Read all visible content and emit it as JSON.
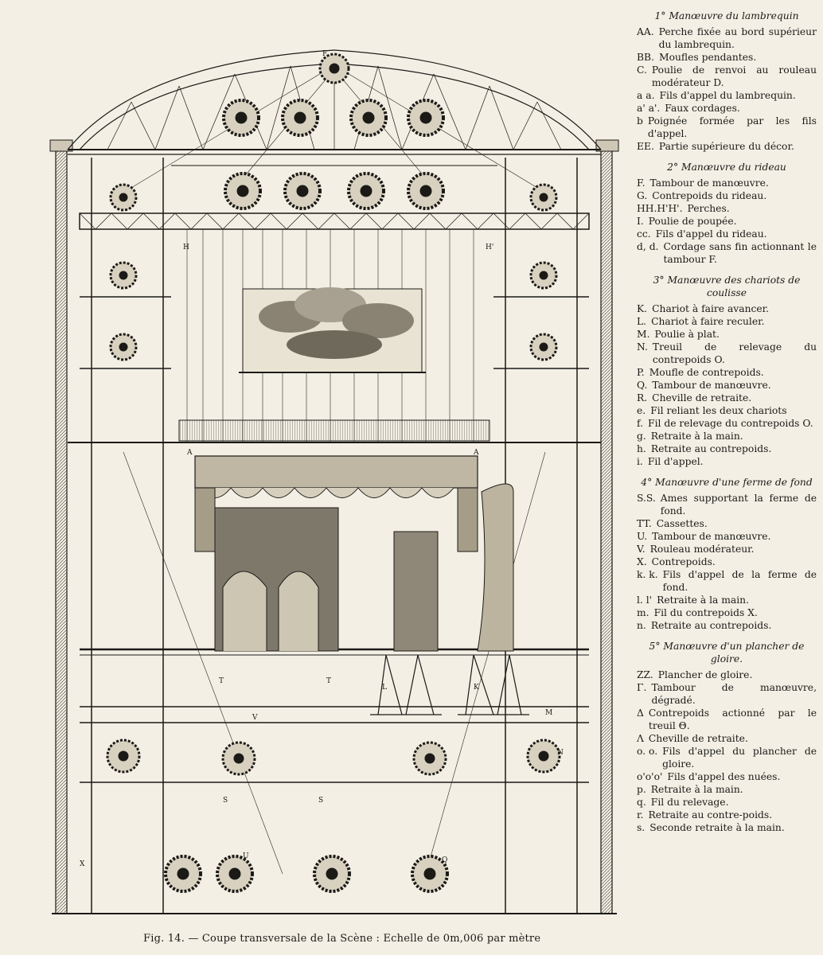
{
  "figure": {
    "caption": "Fig. 14. — Coupe transversale de la Scène : Echelle de 0m,006 par mètre",
    "labels": {
      "F": "F",
      "H_left": "H",
      "H_right": "H'",
      "A_left": "A",
      "A_right": "A",
      "S_left": "S",
      "S_right": "S",
      "T_left": "T",
      "T_right": "T",
      "L": "L",
      "K": "K",
      "M": "M",
      "N": "N",
      "U": "U",
      "Q": "Q",
      "X": "X",
      "V": "V"
    }
  },
  "legend": {
    "sections": [
      {
        "title": "1° Manœuvre du lambrequin",
        "items": [
          {
            "key": "AA.",
            "text": "Perche fixée au bord supérieur du lambrequin."
          },
          {
            "key": "BB.",
            "text": "Moufles pendantes."
          },
          {
            "key": "C.",
            "text": "Poulie de renvoi au rouleau modérateur D."
          },
          {
            "key": "a a.",
            "text": "Fils d'appel du lambrequin."
          },
          {
            "key": "a' a'.",
            "text": "Faux cordages."
          },
          {
            "key": "b",
            "text": "Poignée formée par les fils d'appel."
          },
          {
            "key": "EE.",
            "text": "Partie supérieure du décor."
          }
        ]
      },
      {
        "title": "2° Manœuvre du rideau",
        "items": [
          {
            "key": "F.",
            "text": "Tambour de manœuvre."
          },
          {
            "key": "G.",
            "text": "Contrepoids du rideau."
          },
          {
            "key": "HH.H'H'.",
            "text": "Perches."
          },
          {
            "key": "I.",
            "text": "Poulie de poupée."
          },
          {
            "key": "cc.",
            "text": "Fils d'appel du rideau."
          },
          {
            "key": "d, d.",
            "text": "Cordage sans fin actionnant le tambour F."
          }
        ]
      },
      {
        "title": "3° Manœuvre des chariots de coulisse",
        "items": [
          {
            "key": "K.",
            "text": "Chariot à faire avancer."
          },
          {
            "key": "L.",
            "text": "Chariot à faire reculer."
          },
          {
            "key": "M.",
            "text": "Poulie à plat."
          },
          {
            "key": "N.",
            "text": "Treuil de relevage du contrepoids O."
          },
          {
            "key": "P.",
            "text": "Moufle de contrepoids."
          },
          {
            "key": "Q.",
            "text": "Tambour de manœuvre."
          },
          {
            "key": "R.",
            "text": "Cheville de retraite."
          },
          {
            "key": "e.",
            "text": "Fil reliant les deux chariots"
          },
          {
            "key": "f.",
            "text": "Fil de relevage du contrepoids O."
          },
          {
            "key": "g.",
            "text": "Retraite à la main."
          },
          {
            "key": "h.",
            "text": "Retraite au contrepoids."
          },
          {
            "key": "i.",
            "text": "Fil d'appel."
          }
        ]
      },
      {
        "title": "4° Manœuvre d'une ferme de fond",
        "items": [
          {
            "key": "S.S.",
            "text": "Ames supportant la ferme de fond."
          },
          {
            "key": "TT.",
            "text": "Cassettes."
          },
          {
            "key": "U.",
            "text": "Tambour de manœuvre."
          },
          {
            "key": "V.",
            "text": "Rouleau modérateur."
          },
          {
            "key": "X.",
            "text": "Contrepoids."
          },
          {
            "key": "k. k.",
            "text": "Fils d'appel de la ferme de fond."
          },
          {
            "key": "l. l'",
            "text": "Retraite à la main."
          },
          {
            "key": "m.",
            "text": "Fil du contrepoids X."
          },
          {
            "key": "n.",
            "text": "Retraite au contrepoids."
          }
        ]
      },
      {
        "title": "5° Manœuvre d'un plancher de gloire.",
        "items": [
          {
            "key": "ZZ.",
            "text": "Plancher de gloire."
          },
          {
            "key": "Γ.",
            "text": "Tambour de manœuvre, dégradé."
          },
          {
            "key": "Δ",
            "text": "Contrepoids actionné par le treuil Θ."
          },
          {
            "key": "Λ",
            "text": "Cheville de retraite."
          },
          {
            "key": "o. o.",
            "text": "Fils d'appel du plancher de gloire."
          },
          {
            "key": "o'o'o'",
            "text": "Fils d'appel des nuées."
          },
          {
            "key": "p.",
            "text": "Retraite à la main."
          },
          {
            "key": "q.",
            "text": "Fil du relevage."
          },
          {
            "key": "r.",
            "text": "Retraite au contre-poids."
          },
          {
            "key": "s.",
            "text": "Seconde retraite à la main."
          }
        ]
      }
    ]
  }
}
